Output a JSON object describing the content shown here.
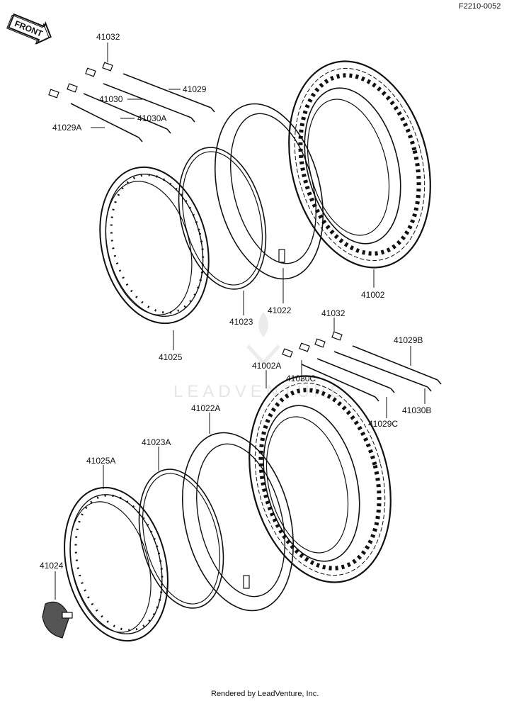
{
  "diagram_code": "F2210-0052",
  "front_label": "FRONT",
  "watermark": "LEADVENTURE",
  "footer": "Rendered by LeadVenture, Inc.",
  "labels": {
    "l41032a": "41032",
    "l41029": "41029",
    "l41030": "41030",
    "l41030A": "41030A",
    "l41029A": "41029A",
    "l41002": "41002",
    "l41022": "41022",
    "l41023": "41023",
    "l41025": "41025",
    "l41032b": "41032",
    "l41029B": "41029B",
    "l41002A": "41002A",
    "l41030C": "41030C",
    "l41030B": "41030B",
    "l41029C": "41029C",
    "l41022A": "41022A",
    "l41023A": "41023A",
    "l41025A": "41025A",
    "l41024": "41024"
  }
}
